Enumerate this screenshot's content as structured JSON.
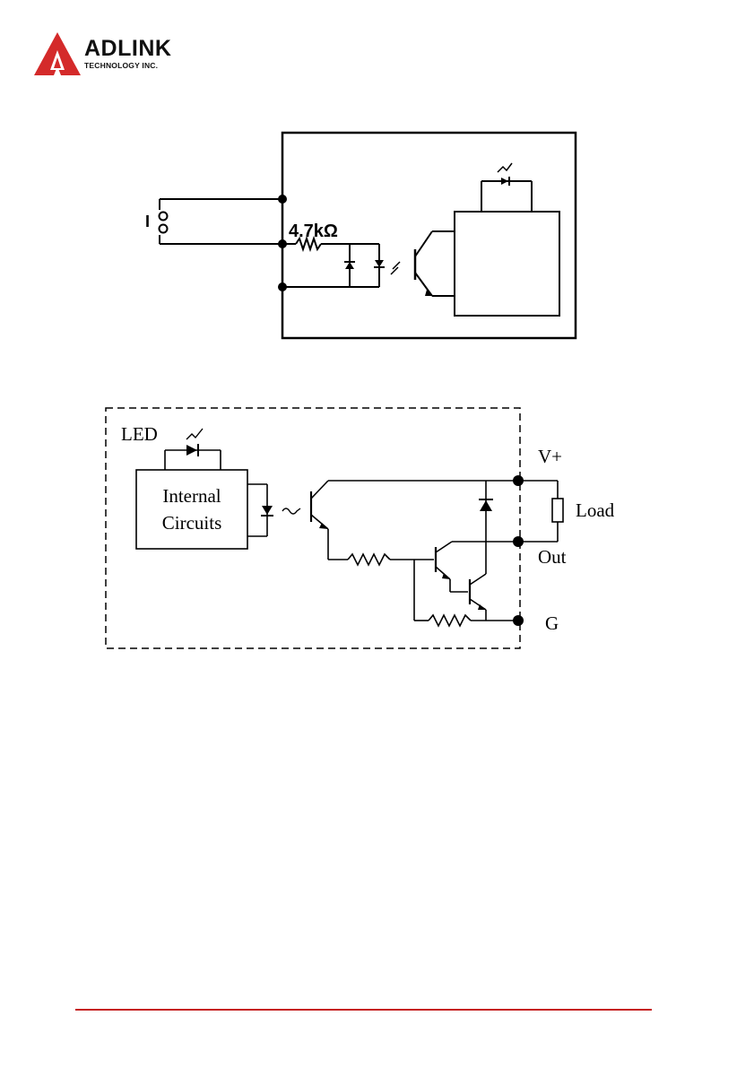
{
  "header": {
    "brand_name": "ADLINK",
    "brand_sub": "TECHNOLOGY INC.",
    "brand_color": "#d42a2a"
  },
  "diagram_input": {
    "label_input": "I",
    "label_resistor": "4.7kΩ"
  },
  "diagram_output": {
    "label_led": "LED",
    "label_internal": "Internal",
    "label_circuits": "Circuits",
    "label_vplus": "V+",
    "label_load": "Load",
    "label_out": "Out",
    "label_g": "G"
  },
  "footer": {
    "rule_color": "#c62020"
  }
}
